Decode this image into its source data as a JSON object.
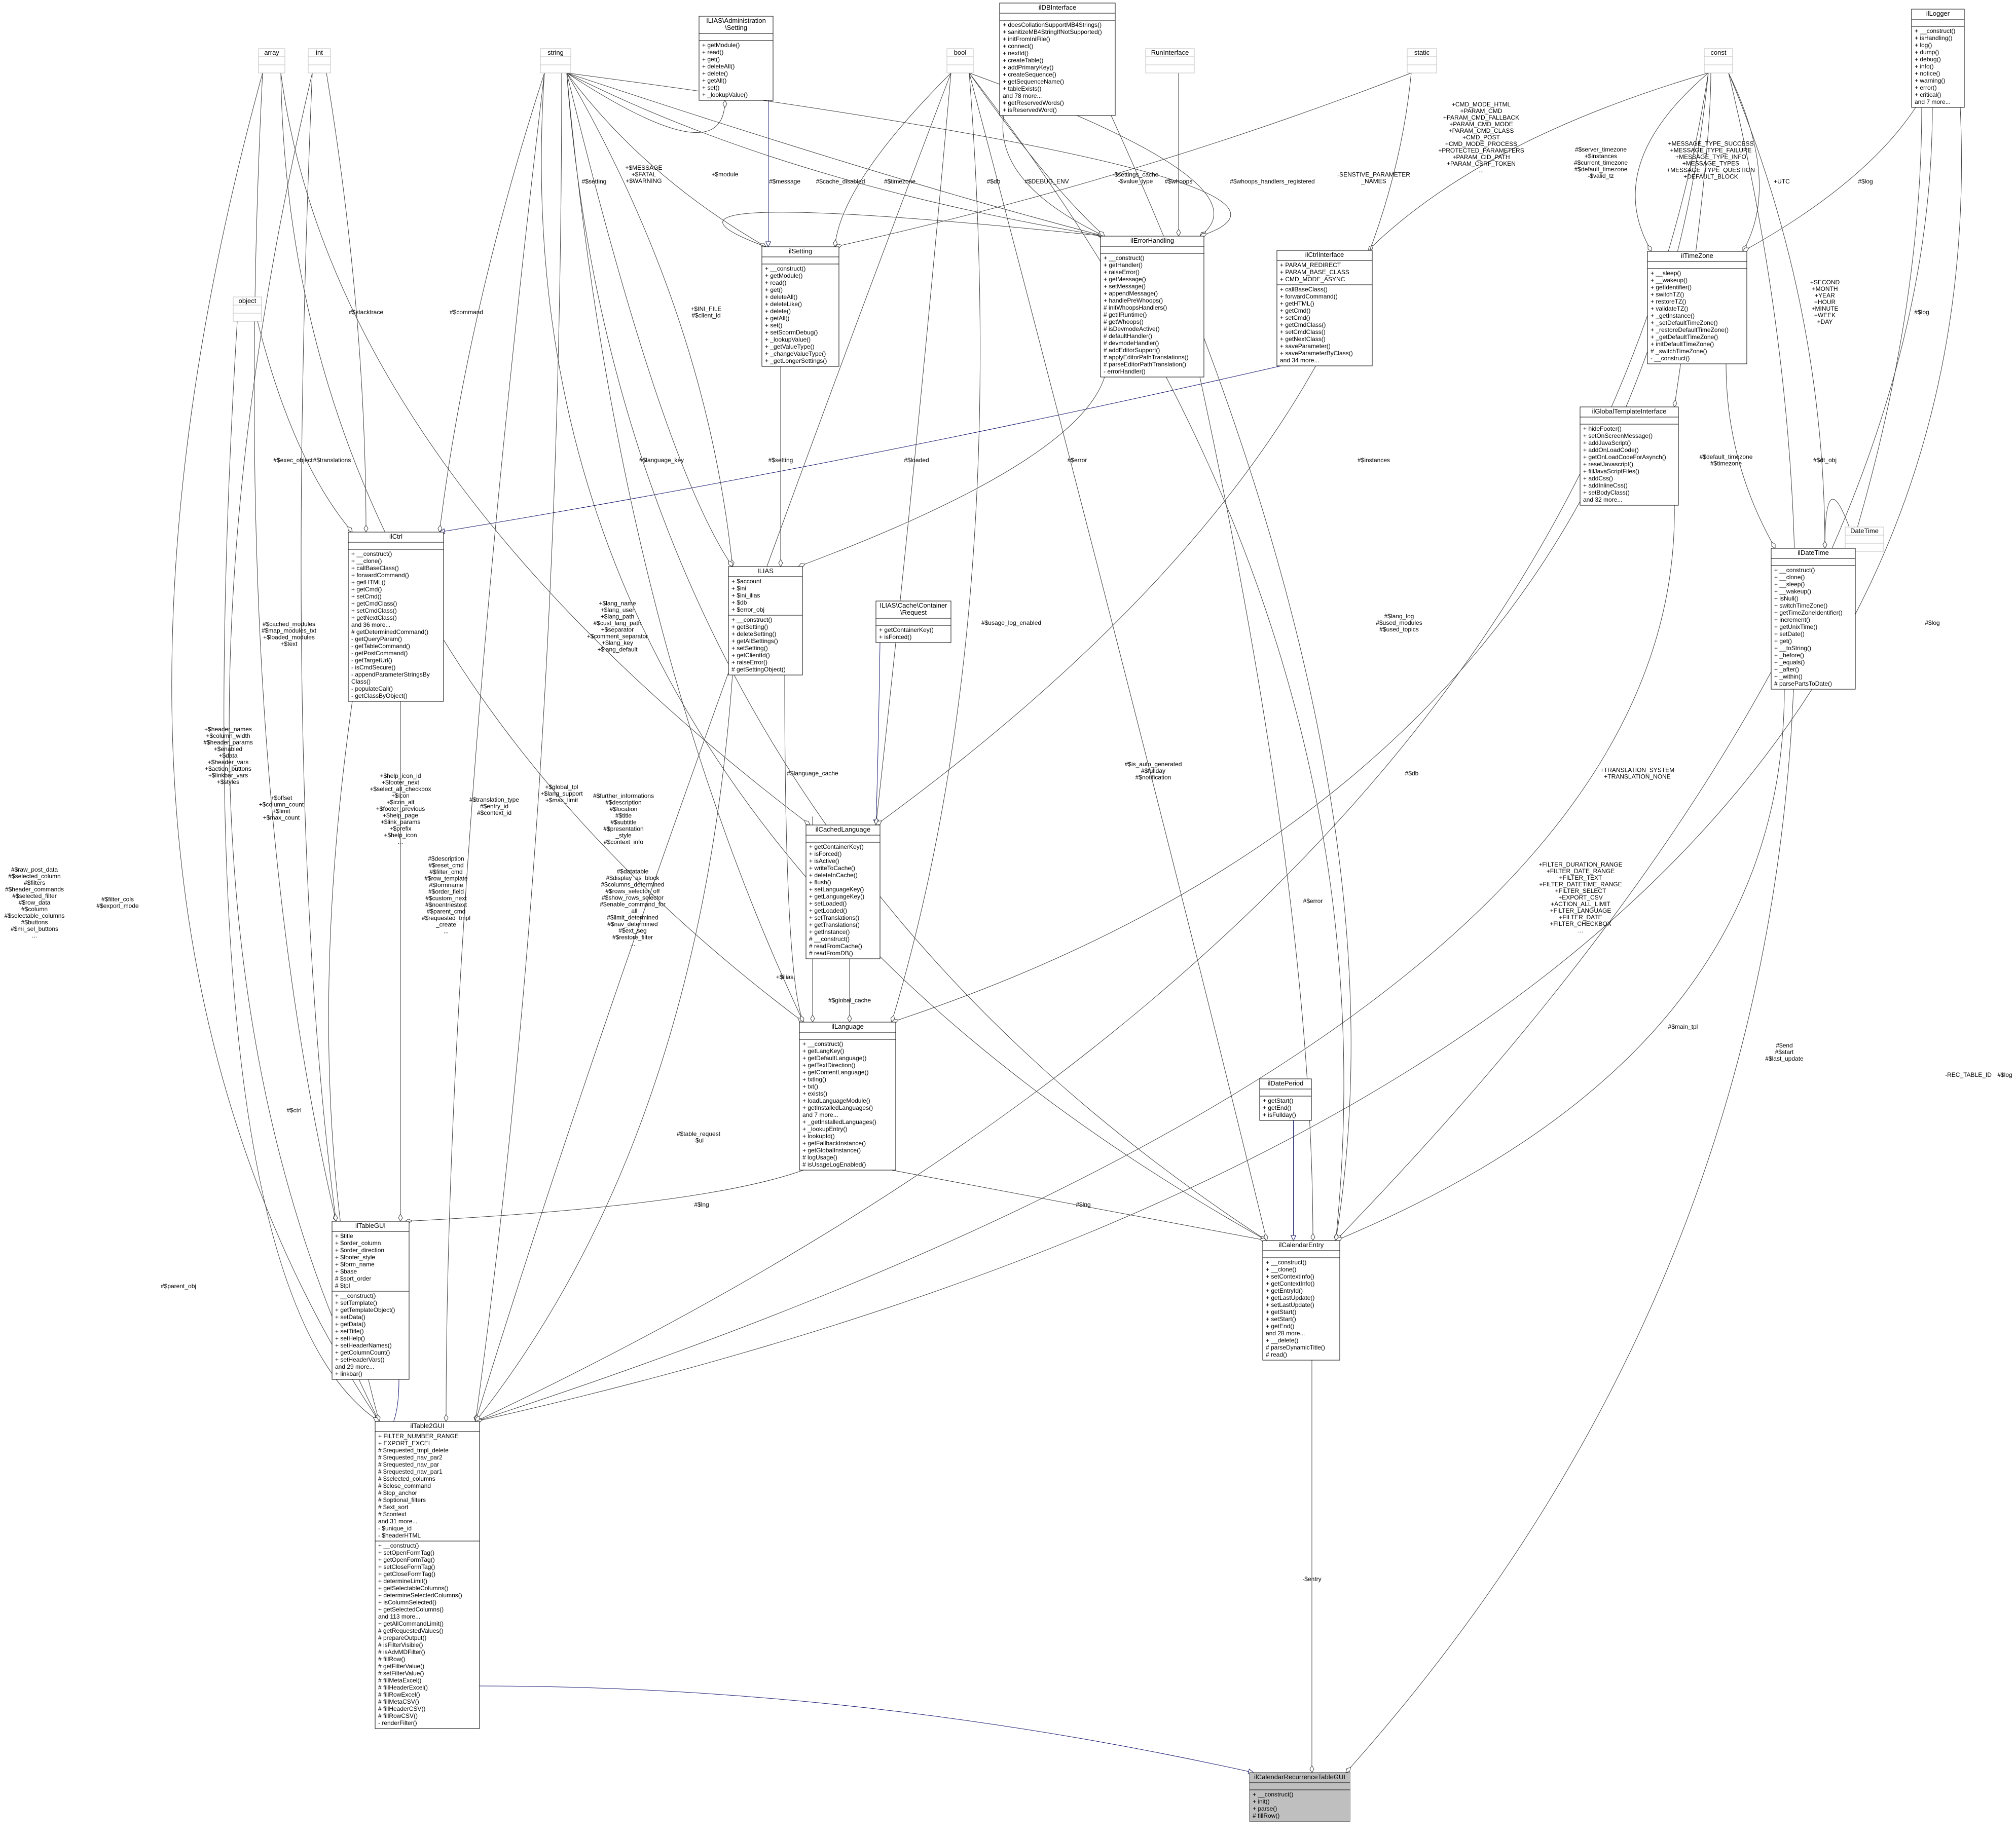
{
  "colors": {
    "inherit_edge": "#191970",
    "usage_edge": "#404040",
    "node_border": "#000000",
    "stub_border": "#bfbfbf",
    "focus_fill": "#bfbfbf"
  },
  "stubs": [
    {
      "id": "array",
      "name": "array"
    },
    {
      "id": "int",
      "name": "int"
    },
    {
      "id": "string",
      "name": "string"
    },
    {
      "id": "bool",
      "name": "bool"
    },
    {
      "id": "static",
      "name": "static"
    },
    {
      "id": "const",
      "name": "const"
    },
    {
      "id": "object",
      "name": "object"
    },
    {
      "id": "RunInterface",
      "name": "RunInterface"
    },
    {
      "id": "DateTime",
      "name": "DateTime"
    }
  ],
  "classes": [
    {
      "id": "admSetting",
      "title": [
        "ILIAS\\Administration",
        "\\Setting"
      ],
      "attributes": [],
      "methods": [
        "+ getModule()",
        "+ read()",
        "+ get()",
        "+ deleteAll()",
        "+ delete()",
        "+ getAll()",
        "+ set()",
        "+ _lookupValue()"
      ]
    },
    {
      "id": "ilDBInterface",
      "title": [
        "ilDBInterface"
      ],
      "attributes": [],
      "methods": [
        "+ doesCollationSupportMB4Strings()",
        "+ sanitizeMB4StringIfNotSupported()",
        "+ initFromIniFile()",
        "+ connect()",
        "+ nextId()",
        "+ createTable()",
        "+ addPrimaryKey()",
        "+ createSequence()",
        "+ getSequenceName()",
        "+ tableExists()",
        "and 78 more...",
        "+ getReservedWords()",
        "+ isReservedWord()"
      ]
    },
    {
      "id": "ilLogger",
      "title": [
        "ilLogger"
      ],
      "attributes": [],
      "methods": [
        "+ __construct()",
        "+ isHandling()",
        "+ log()",
        "+ dump()",
        "+ debug()",
        "+ info()",
        "+ notice()",
        "+ warning()",
        "+ error()",
        "+ critical()",
        "and 7 more..."
      ]
    },
    {
      "id": "ilSetting",
      "title": [
        "ilSetting"
      ],
      "attributes": [],
      "methods": [
        "+ __construct()",
        "+ getModule()",
        "+ read()",
        "+ get()",
        "+ deleteAll()",
        "+ deleteLike()",
        "+ delete()",
        "+ getAll()",
        "+ set()",
        "+ setScormDebug()",
        "+ _lookupValue()",
        "+ _getValueType()",
        "+ _changeValueType()",
        "+ _getLongerSettings()"
      ]
    },
    {
      "id": "ilErrorHandling",
      "title": [
        "ilErrorHandling"
      ],
      "attributes": [],
      "methods": [
        "+ __construct()",
        "+ getHandler()",
        "+ raiseError()",
        "+ getMessage()",
        "+ setMessage()",
        "+ appendMessage()",
        "+ handlePreWhoops()",
        "# initWhoopsHandlers()",
        "# getIlRuntime()",
        "# getWhoops()",
        "# isDevmodeActive()",
        "# defaultHandler()",
        "# devmodeHandler()",
        "# addEditorSupport()",
        "# applyEditorPathTranslations()",
        "# parseEditorPathTranslation()",
        "- errorHandler()"
      ]
    },
    {
      "id": "ilCtrlInterface",
      "title": [
        "ilCtrlInterface"
      ],
      "attributes": [
        "+ PARAM_REDIRECT",
        "+ PARAM_BASE_CLASS",
        "+ CMD_MODE_ASYNC"
      ],
      "methods": [
        "+ callBaseClass()",
        "+ forwardCommand()",
        "+ getHTML()",
        "+ getCmd()",
        "+ setCmd()",
        "+ getCmdClass()",
        "+ setCmdClass()",
        "+ getNextClass()",
        "+ saveParameter()",
        "+ saveParameterByClass()",
        "and 34 more..."
      ]
    },
    {
      "id": "ilTimeZone",
      "title": [
        "ilTimeZone"
      ],
      "attributes": [],
      "methods": [
        "+ __sleep()",
        "+ __wakeup()",
        "+ getIdentifier()",
        "+ switchTZ()",
        "+ restoreTZ()",
        "+ validateTZ()",
        "+ _getInstance()",
        "+ _setDefaultTimeZone()",
        "+ _restoreDefaultTimeZone()",
        "+ _getDefaultTimeZone()",
        "+ initDefaultTimeZone()",
        "# _switchTimeZone()",
        "- __construct()"
      ]
    },
    {
      "id": "ilGlobalTemplateInterface",
      "title": [
        "ilGlobalTemplateInterface"
      ],
      "attributes": [],
      "methods": [
        "+ hideFooter()",
        "+ setOnScreenMessage()",
        "+ addJavaScript()",
        "+ addOnLoadCode()",
        "+ getOnLoadCodeForAsynch()",
        "+ resetJavascript()",
        "+ fillJavaScriptFiles()",
        "+ addCss()",
        "+ addInlineCss()",
        "+ setBodyClass()",
        "and 32 more..."
      ]
    },
    {
      "id": "ilCtrl",
      "title": [
        "ilCtrl"
      ],
      "attributes": [],
      "methods": [
        "+ __construct()",
        "+ __clone()",
        "+ callBaseClass()",
        "+ forwardCommand()",
        "+ getHTML()",
        "+ getCmd()",
        "+ setCmd()",
        "+ getCmdClass()",
        "+ setCmdClass()",
        "+ getNextClass()",
        "and 36 more...",
        "# getDeterminedCommand()",
        "- getQueryParam()",
        "- getTableCommand()",
        "- getPostCommand()",
        "- getTargetUrl()",
        "- isCmdSecure()",
        "- appendParameterStringsBy",
        "Class()",
        "- populateCall()",
        "- getClassByObject()"
      ]
    },
    {
      "id": "ILIAS",
      "title": [
        "ILIAS"
      ],
      "attributes": [
        "+ $account",
        "+ $ini",
        "+ $ini_ilias",
        "+ $db",
        "+ $error_obj"
      ],
      "methods": [
        "+ __construct()",
        "+ getSetting()",
        "+ deleteSetting()",
        "+ getAllSettings()",
        "+ setSetting()",
        "+ getClientId()",
        "+ raiseError()",
        "# getSettingObject()"
      ]
    },
    {
      "id": "cacheRequest",
      "title": [
        "ILIAS\\Cache\\Container",
        "\\Request"
      ],
      "attributes": [],
      "methods": [
        "+ getContainerKey()",
        "+ isForced()"
      ]
    },
    {
      "id": "ilDateTime",
      "title": [
        "ilDateTime"
      ],
      "attributes": [],
      "methods": [
        "+ __construct()",
        "+ __clone()",
        "+ __sleep()",
        "+ __wakeup()",
        "+ isNull()",
        "+ switchTimeZone()",
        "+ getTimeZoneIdentifier()",
        "+ increment()",
        "+ getUnixTime()",
        "+ setDate()",
        "+ get()",
        "+ __toString()",
        "+ _before()",
        "+ _equals()",
        "+ _after()",
        "+ _within()",
        "# parsePartsToDate()"
      ]
    },
    {
      "id": "ilCachedLanguage",
      "title": [
        "ilCachedLanguage"
      ],
      "attributes": [],
      "methods": [
        "+ getContainerKey()",
        "+ isForced()",
        "+ isActive()",
        "+ writeToCache()",
        "+ deleteInCache()",
        "+ flush()",
        "+ setLanguageKey()",
        "+ getLanguageKey()",
        "+ setLoaded()",
        "+ getLoaded()",
        "+ setTranslations()",
        "+ getTranslations()",
        "+ getInstance()",
        "# __construct()",
        "# readFromCache()",
        "# readFromDB()"
      ]
    },
    {
      "id": "ilLanguage",
      "title": [
        "ilLanguage"
      ],
      "attributes": [],
      "methods": [
        "+ __construct()",
        "+ getLangKey()",
        "+ getDefaultLanguage()",
        "+ getTextDirection()",
        "+ getContentLanguage()",
        "+ txtlng()",
        "+ txt()",
        "+ exists()",
        "+ loadLanguageModule()",
        "+ getInstalledLanguages()",
        "and 7 more...",
        "+ _getInstalledLanguages()",
        "+ _lookupEntry()",
        "+ lookupId()",
        "+ getFallbackInstance()",
        "+ getGlobalInstance()",
        "# logUsage()",
        "# isUsageLogEnabled()"
      ]
    },
    {
      "id": "ilDatePeriod",
      "title": [
        "ilDatePeriod"
      ],
      "attributes": [],
      "methods": [
        "+ getStart()",
        "+ getEnd()",
        "+ isFullday()"
      ]
    },
    {
      "id": "ilTableGUI",
      "title": [
        "ilTableGUI"
      ],
      "attributes": [
        "+ $title",
        "+ $order_column",
        "+ $order_direction",
        "+ $footer_style",
        "+ $form_name",
        "+ $base",
        "# $sort_order",
        "# $tpl"
      ],
      "methods": [
        "+ __construct()",
        "+ setTemplate()",
        "+ getTemplateObject()",
        "+ setData()",
        "+ getData()",
        "+ setTitle()",
        "+ setHelp()",
        "+ setHeaderNames()",
        "+ getColumnCount()",
        "+ setHeaderVars()",
        "and 29 more...",
        "+ linkbar()"
      ]
    },
    {
      "id": "ilCalendarEntry",
      "title": [
        "ilCalendarEntry"
      ],
      "attributes": [],
      "methods": [
        "+ __construct()",
        "+ __clone()",
        "+ setContextInfo()",
        "+ getContextInfo()",
        "+ getEntryId()",
        "+ getLastUpdate()",
        "+ setLastUpdate()",
        "+ getStart()",
        "+ setStart()",
        "+ getEnd()",
        "and 28 more...",
        "+ __delete()",
        "# parseDynamicTitle()",
        "# read()"
      ]
    },
    {
      "id": "ilTable2GUI",
      "title": [
        "ilTable2GUI"
      ],
      "attributes": [
        "+ FILTER_NUMBER_RANGE",
        "+ EXPORT_EXCEL",
        "# $requested_tmpl_delete",
        "# $requested_nav_par2",
        "# $requested_nav_par",
        "# $requested_nav_par1",
        "# $selected_columns",
        "# $close_command",
        "# $top_anchor",
        "# $optional_filters",
        "# $ext_sort",
        "# $context",
        "and 31 more...",
        "- $unique_id",
        "- $headerHTML"
      ],
      "methods": [
        "+ __construct()",
        "+ setOpenFormTag()",
        "+ getOpenFormTag()",
        "+ setCloseFormTag()",
        "+ getCloseFormTag()",
        "+ determineLimit()",
        "+ getSelectableColumns()",
        "+ determineSelectedColumns()",
        "+ isColumnSelected()",
        "+ getSelectedColumns()",
        "and 113 more...",
        "+ getAllCommandLimit()",
        "# getRequestedValues()",
        "# prepareOutput()",
        "# isFilterVisible()",
        "# isAdvMDFilter()",
        "# fillRow()",
        "# getFilterValue()",
        "# setFilterValue()",
        "# fillMetaExcel()",
        "# fillHeaderExcel()",
        "# fillRowExcel()",
        "# fillMetaCSV()",
        "# fillHeaderCSV()",
        "# fillRowCSV()",
        "- renderFilter()"
      ]
    },
    {
      "id": "focus",
      "title": [
        "ilCalendarRecurrenceTableGUI"
      ],
      "attributes": [],
      "methods": [
        "+ __construct()",
        "+ init()",
        "+ parse()",
        "# fillRow()"
      ]
    }
  ],
  "edge_labels": [
    {
      "id": "el_admset",
      "lines": [
        "+$module"
      ]
    },
    {
      "id": "el_msg",
      "lines": [
        "+$MESSAGE",
        "+$FATAL",
        "+$WARNING"
      ]
    },
    {
      "id": "el_setting",
      "lines": [
        "#$setting"
      ]
    },
    {
      "id": "el_message",
      "lines": [
        "#$message"
      ]
    },
    {
      "id": "el_cache_dis",
      "lines": [
        "#$cache_disabled"
      ]
    },
    {
      "id": "el_timezone",
      "lines": [
        "#$timezone"
      ]
    },
    {
      "id": "el_db1",
      "lines": [
        "#$db"
      ]
    },
    {
      "id": "el_debug",
      "lines": [
        "#$DEBUG_ENV"
      ]
    },
    {
      "id": "el_settcache",
      "lines": [
        "-$settings_cache",
        "-$value_type"
      ]
    },
    {
      "id": "el_whoops",
      "lines": [
        "#$whoops"
      ]
    },
    {
      "id": "el_whoopsreg",
      "lines": [
        "#$whoops_handlers_registered"
      ]
    },
    {
      "id": "el_sensitive",
      "lines": [
        "-SENSTIVE_PARAMETER",
        "_NAMES"
      ]
    },
    {
      "id": "el_cmdmodes",
      "lines": [
        "+CMD_MODE_HTML",
        "+PARAM_CMD",
        "+PARAM_CMD_FALLBACK",
        "+PARAM_CMD_MODE",
        "+PARAM_CMD_CLASS",
        "+CMD_POST",
        "+CMD_MODE_PROCESS",
        "+PROTECTED_PARAMETERS",
        "+PARAM_CID_PATH",
        "+PARAM_CSRF_TOKEN",
        "..."
      ]
    },
    {
      "id": "el_servertz",
      "lines": [
        "#$server_timezone",
        "+$instances",
        "#$current_timezone",
        "#$default_timezone",
        "-$valid_tz"
      ]
    },
    {
      "id": "el_msgtypes",
      "lines": [
        "+MESSAGE_TYPE_SUCCESS",
        "+MESSAGE_TYPE_FAILURE",
        "+MESSAGE_TYPE_INFO",
        "+MESSAGE_TYPES",
        "+MESSAGE_TYPE_QUESTION",
        "+DEFAULT_BLOCK"
      ]
    },
    {
      "id": "el_utc",
      "lines": [
        "+UTC"
      ]
    },
    {
      "id": "el_log1",
      "lines": [
        "#$log"
      ]
    },
    {
      "id": "el_units",
      "lines": [
        "+SECOND",
        "+MONTH",
        "+YEAR",
        "+HOUR",
        "+MINUTE",
        "+WEEK",
        "+DAY"
      ]
    },
    {
      "id": "el_log2",
      "lines": [
        "#$log"
      ]
    },
    {
      "id": "el_stacktrace",
      "lines": [
        "#$stacktrace"
      ]
    },
    {
      "id": "el_command",
      "lines": [
        "#$command"
      ]
    },
    {
      "id": "el_inifile",
      "lines": [
        "+$INI_FILE",
        "#$client_id"
      ]
    },
    {
      "id": "el_execobj",
      "lines": [
        "#$exec_object"
      ]
    },
    {
      "id": "el_transl",
      "lines": [
        "#$translations"
      ]
    },
    {
      "id": "el_langkey",
      "lines": [
        "#$language_key"
      ]
    },
    {
      "id": "el_setting2",
      "lines": [
        "#$setting"
      ]
    },
    {
      "id": "el_loaded",
      "lines": [
        "#$loaded"
      ]
    },
    {
      "id": "el_error",
      "lines": [
        "#$error"
      ]
    },
    {
      "id": "el_instances",
      "lines": [
        "#$instances"
      ]
    },
    {
      "id": "el_deftz",
      "lines": [
        "#$default_timezone",
        "#$timezone"
      ]
    },
    {
      "id": "el_dtobj",
      "lines": [
        "#$dt_obj"
      ]
    },
    {
      "id": "el_cachedmod",
      "lines": [
        "#$cached_modules",
        "#$map_modules_txt",
        "+$loaded_modules",
        "+$text"
      ]
    },
    {
      "id": "el_langname",
      "lines": [
        "+$lang_name",
        "+$lang_user",
        "+$lang_path",
        "#$cust_lang_path",
        "+$separator",
        "+$comment_separator",
        "+$lang_key",
        "+$lang_default"
      ]
    },
    {
      "id": "el_usagelog",
      "lines": [
        "#$usage_log_enabled"
      ]
    },
    {
      "id": "el_langlog",
      "lines": [
        "#$lang_log",
        "#$used_modules",
        "#$used_topics"
      ]
    },
    {
      "id": "el_log3",
      "lines": [
        "#$log"
      ]
    },
    {
      "id": "el_helpicon",
      "lines": [
        "+$help_icon_id",
        "+$footer_next",
        "+$select_all_checkbox",
        "+$icon",
        "+$icon_alt",
        "+$footer_previous",
        "+$help_page",
        "+$link_params",
        "+$prefix",
        "+$help_icon",
        "..."
      ]
    },
    {
      "id": "el_headernames",
      "lines": [
        "+$header_names",
        "+$column_width",
        "#$header_params",
        "+$enabled",
        "+$data",
        "+$header_vars",
        "+$action_buttons",
        "+$linkbar_vars",
        "+$styles"
      ]
    },
    {
      "id": "el_offset",
      "lines": [
        "+$offset",
        "+$column_count",
        "+$limit",
        "+$max_count"
      ]
    },
    {
      "id": "el_transtype",
      "lines": [
        "#$translation_type",
        "#$entry_id",
        "#$context_id"
      ]
    },
    {
      "id": "el_globaltpl",
      "lines": [
        "+$global_tpl",
        "+$lang_support",
        "+$max_limit"
      ]
    },
    {
      "id": "el_furtherinfo",
      "lines": [
        "#$further_informations",
        "#$description",
        "#$location",
        "#$title",
        "#$subtitle",
        "#$presentation",
        "_style",
        "#$context_info"
      ]
    },
    {
      "id": "el_langcache",
      "lines": [
        "#$language_cache"
      ]
    },
    {
      "id": "el_isauto",
      "lines": [
        "#$is_auto_generated",
        "#$fullday",
        "#$notification"
      ]
    },
    {
      "id": "el_db2",
      "lines": [
        "#$db"
      ]
    },
    {
      "id": "el_translsys",
      "lines": [
        "+TRANSLATION_SYSTEM",
        "+TRANSLATION_NONE"
      ]
    },
    {
      "id": "el_rawpost",
      "lines": [
        "#$raw_post_data",
        "#$selected_column",
        "#$filters",
        "#$header_commands",
        "#$selected_filter",
        "#$row_data",
        "#$column",
        "#$selectable_columns",
        "#$buttons",
        "#$mi_sel_buttons",
        "..."
      ]
    },
    {
      "id": "el_filtercols",
      "lines": [
        "#$filter_cols",
        "#$export_mode"
      ]
    },
    {
      "id": "el_description",
      "lines": [
        "#$description",
        "#$reset_cmd",
        "#$filter_cmd",
        "#$row_template",
        "#$formname",
        "#$order_field",
        "#$custom_next",
        "#$noentriestext",
        "#$parent_cmd",
        "#$requested_tmpl",
        "_create",
        "..."
      ]
    },
    {
      "id": "el_datatable",
      "lines": [
        "#$datatable",
        "#$display_as_block",
        "#$columns_determined",
        "#$rows_selector_off",
        "#$show_rows_selector",
        "#$enable_command_for",
        "_all",
        "#$limit_determined",
        "#$nav_determined",
        "#$ext_seg",
        "#$restore_filter",
        "..."
      ]
    },
    {
      "id": "el_ilias",
      "lines": [
        "+$ilias"
      ]
    },
    {
      "id": "el_globalcache",
      "lines": [
        "#$global_cache"
      ]
    },
    {
      "id": "el_filterdur",
      "lines": [
        "+FILTER_DURATION_RANGE",
        "+FILTER_DATE_RANGE",
        "+FILTER_TEXT",
        "+FILTER_DATETIME_RANGE",
        "+FILTER_SELECT",
        "+EXPORT_CSV",
        "+ACTION_ALL_LIMIT",
        "+FILTER_LANGUAGE",
        "+FILTER_DATE",
        "+FILTER_CHECKBOX",
        "..."
      ]
    },
    {
      "id": "el_error2",
      "lines": [
        "#$error"
      ]
    },
    {
      "id": "el_maintpl",
      "lines": [
        "#$main_tpl"
      ]
    },
    {
      "id": "el_end",
      "lines": [
        "#$end",
        "#$start",
        "#$last_update"
      ]
    },
    {
      "id": "el_log4",
      "lines": [
        "#$log"
      ]
    },
    {
      "id": "el_rectable",
      "lines": [
        "-REC_TABLE_ID"
      ]
    },
    {
      "id": "el_ctrl",
      "lines": [
        "#$ctrl"
      ]
    },
    {
      "id": "el_tablereq",
      "lines": [
        "#$table_request",
        "-$ui"
      ]
    },
    {
      "id": "el_lng1",
      "lines": [
        "#$lng"
      ]
    },
    {
      "id": "el_lng2",
      "lines": [
        "#$lng"
      ]
    },
    {
      "id": "el_parentobj",
      "lines": [
        "#$parent_obj"
      ]
    },
    {
      "id": "el_entry",
      "lines": [
        "-$entry"
      ]
    }
  ]
}
